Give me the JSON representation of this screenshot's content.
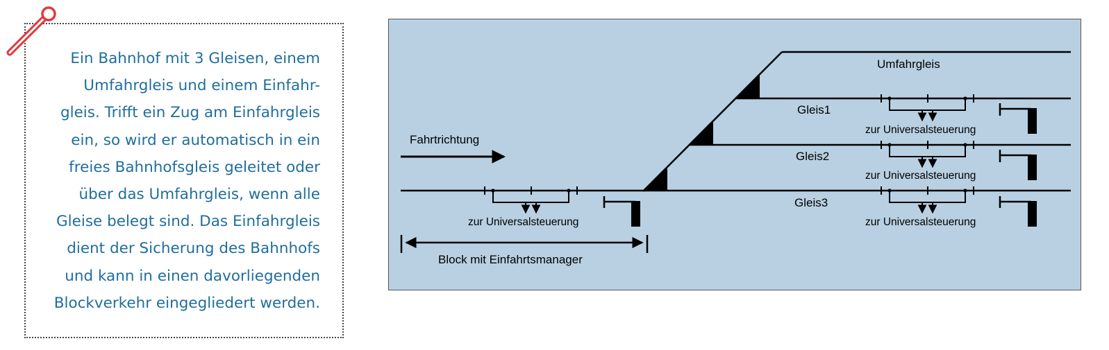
{
  "note": {
    "text": "Ein Bahnhof mit 3 Gleisen, einem\nUmfahrgleis und einem Einfahr-\ngleis. Trifft ein Zug am Einfahrgleis\nein, so wird er automatisch in ein\nfreies Bahnhofsgleis geleitet oder\nüber das Umfahrgleis, wenn alle\nGleise belegt sind. Das Einfahrgleis\ndient der Sicherung des Bahnhofs\nund kann in einen davorliegenden\nBlockverkehr eingegliedert werden.",
    "pin_color": "#e03a3e",
    "text_color": "#1f6e9c"
  },
  "diagram": {
    "background_color": "#b8d0e2",
    "direction_label": "Fahrtrichtung",
    "block_label": "Block mit Einfahrtsmanager",
    "control_label": "zur Universalsteuerung",
    "tracks": {
      "bypass": "Umfahrgleis",
      "track1": "Gleis1",
      "track2": "Gleis2",
      "track3": "Gleis3"
    }
  }
}
